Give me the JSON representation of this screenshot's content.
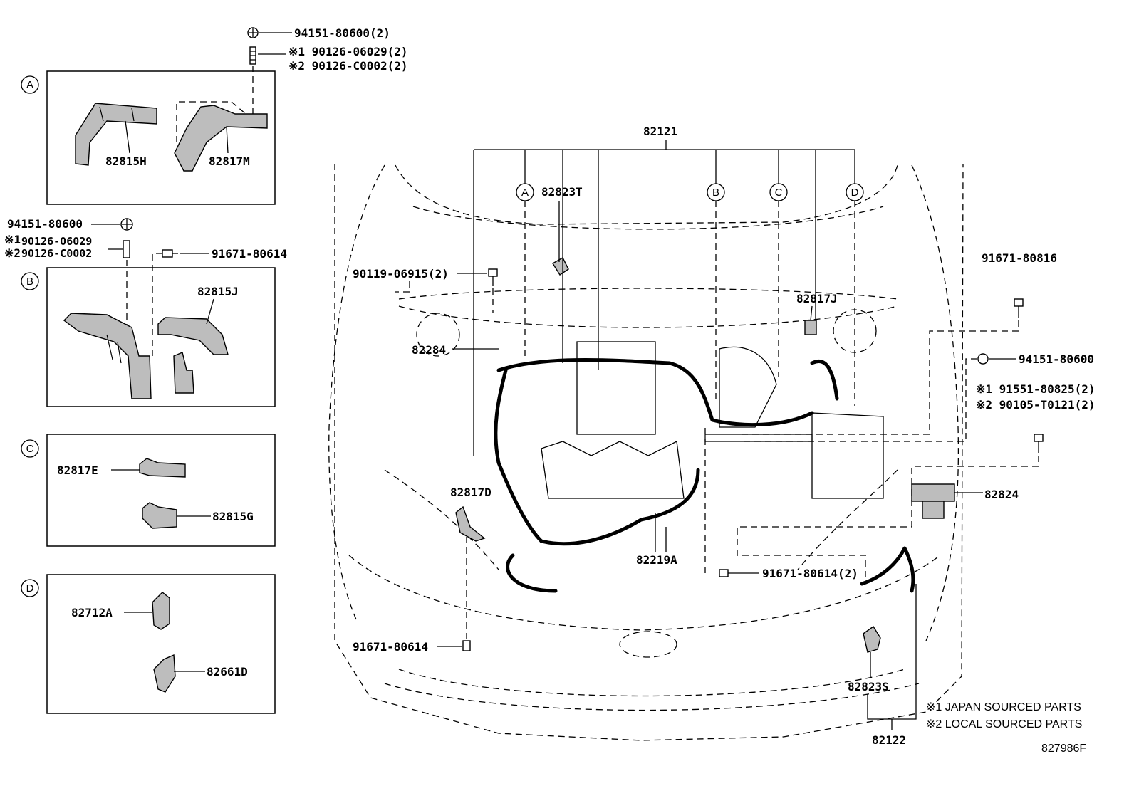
{
  "diagram_id": "827986F",
  "notes": {
    "note1": "※1 JAPAN SOURCED PARTS",
    "note2": "※2 LOCAL SOURCED PARTS"
  },
  "insets": {
    "A": {
      "letter": "A",
      "parts": [
        "82815H",
        "82817M"
      ],
      "fasteners": [
        "94151-80600(2)",
        "※1 90126-06029(2)",
        "※2 90126-C0002(2)"
      ]
    },
    "B": {
      "letter": "B",
      "parts": [
        "82815J"
      ],
      "fasteners": [
        "94151-80600",
        "※1",
        "90126-06029",
        "※2",
        "90126-C0002",
        "91671-80614"
      ]
    },
    "C": {
      "letter": "C",
      "parts": [
        "82817E",
        "82815G"
      ]
    },
    "D": {
      "letter": "D",
      "parts": [
        "82712A",
        "82661D"
      ]
    }
  },
  "main": {
    "harness": "82121",
    "branch_letters": [
      "A",
      "B",
      "C",
      "D"
    ],
    "labels": {
      "p82823T": "82823T",
      "p82817J": "82817J",
      "p82284": "82284",
      "p82817D": "82817D",
      "p82219A": "82219A",
      "p82824": "82824",
      "p82823S": "82823S",
      "p82122": "82122",
      "f90119": "90119-06915(2)",
      "f91671_816": "91671-80816",
      "f94151": "94151-80600",
      "f91551": "※1 91551-80825(2)",
      "f90105": "※2 90105-T0121(2)",
      "f91671_614_2": "91671-80614(2)",
      "f91671_614": "91671-80614"
    }
  }
}
